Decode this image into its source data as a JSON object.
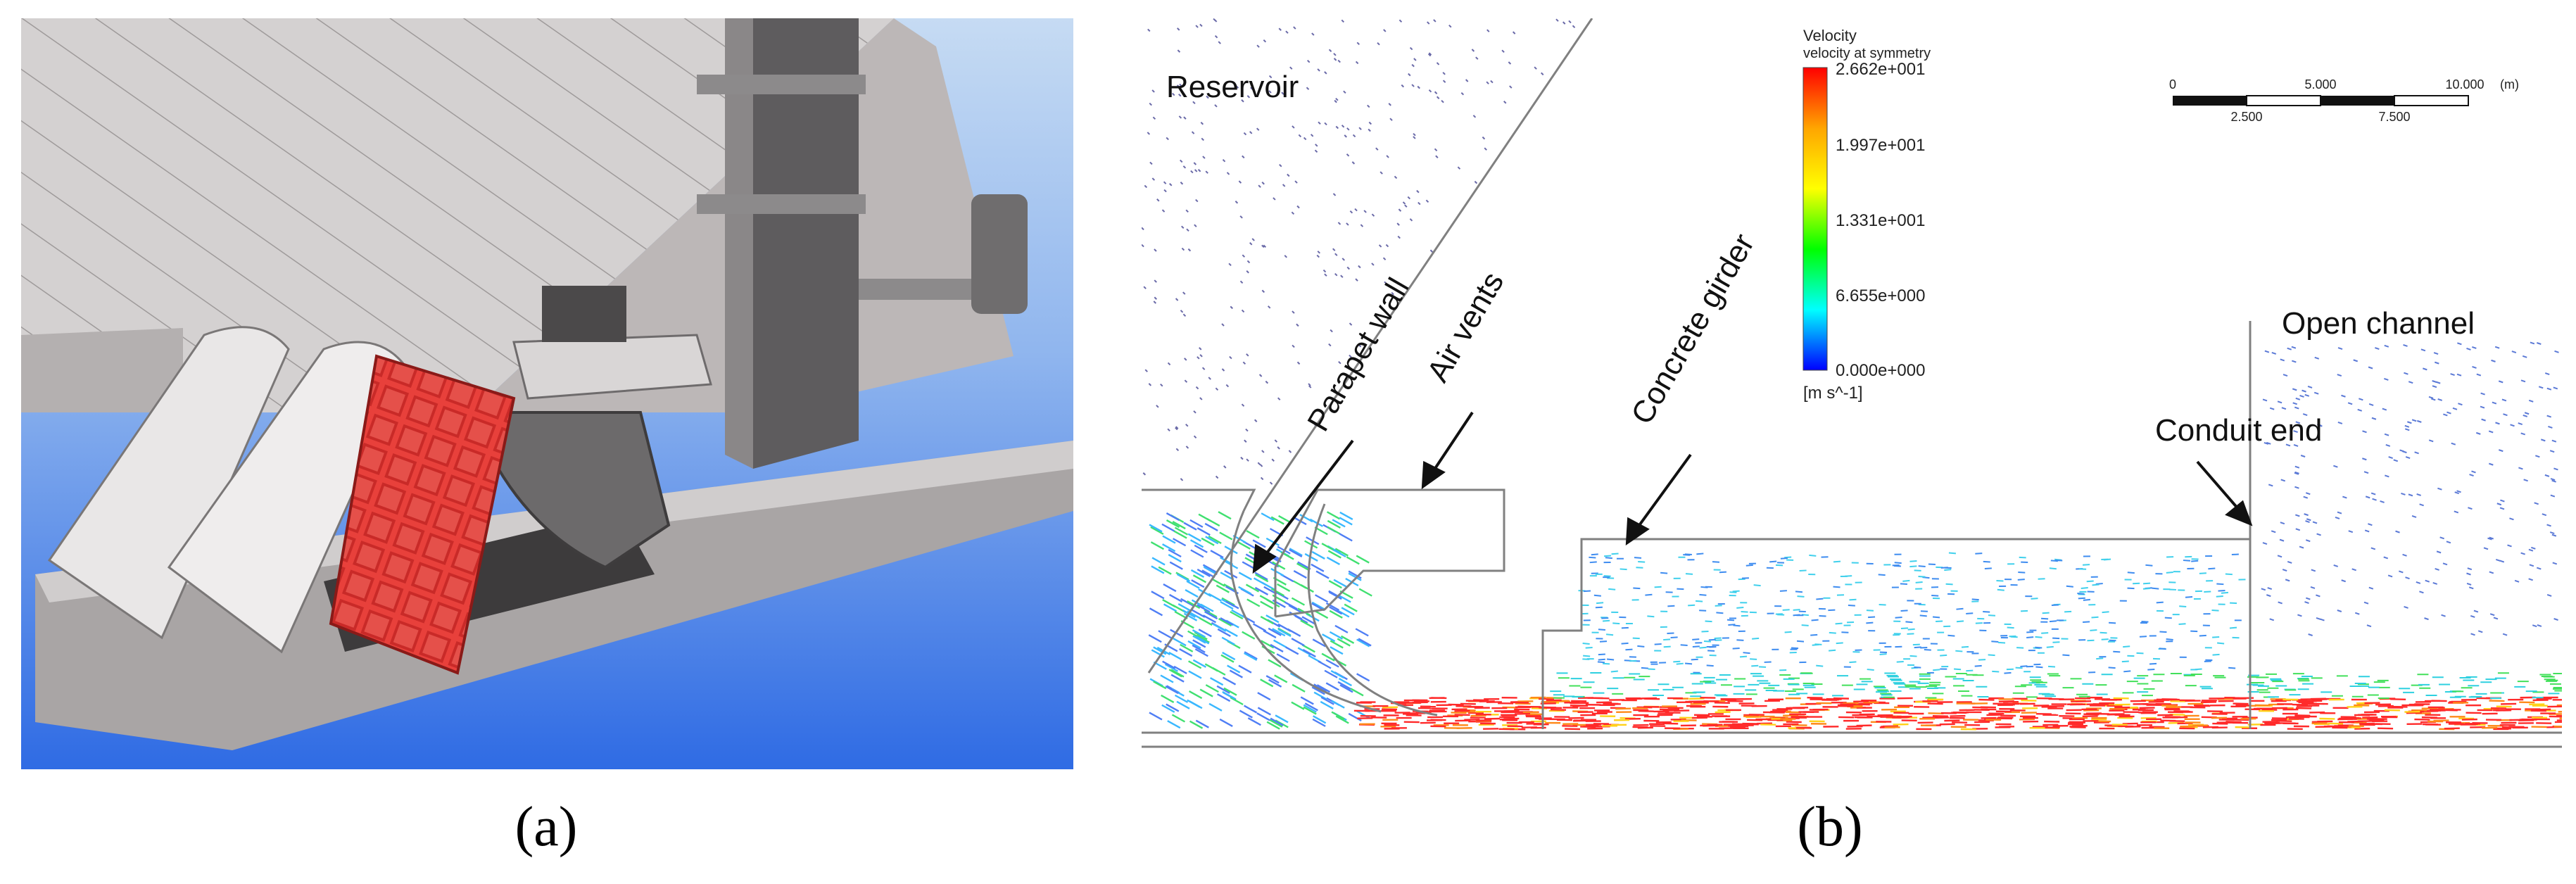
{
  "panel_a": {
    "caption": "(a)",
    "colors": {
      "sky_top": "#bcd4f0",
      "sky_bottom": "#2f6fe6",
      "concrete": "#c8c4c4",
      "gate_red": "#e0322f"
    }
  },
  "panel_b": {
    "caption": "(b)",
    "labels": {
      "reservoir": "Reservoir",
      "parapet_wall": "Parapet wall",
      "air_vents": "Air vents",
      "concrete_girder": "Concrete girder",
      "conduit_end": "Conduit end",
      "open_channel": "Open channel"
    },
    "legend": {
      "title": "Velocity",
      "subtitle": "velocity at symmetry",
      "ticks": [
        "2.662e+001",
        "1.997e+001",
        "1.331e+001",
        "6.655e+000",
        "0.000e+000"
      ],
      "unit": "[m s^-1]",
      "colors": [
        "#ff0000",
        "#ffa500",
        "#ffff00",
        "#00ff00",
        "#00ffff",
        "#0000ff"
      ]
    },
    "scale_bar": {
      "top_ticks": [
        "0",
        "5.000",
        "10.000"
      ],
      "unit": "(m)",
      "bottom_ticks": [
        "2.500",
        "7.500"
      ]
    }
  }
}
